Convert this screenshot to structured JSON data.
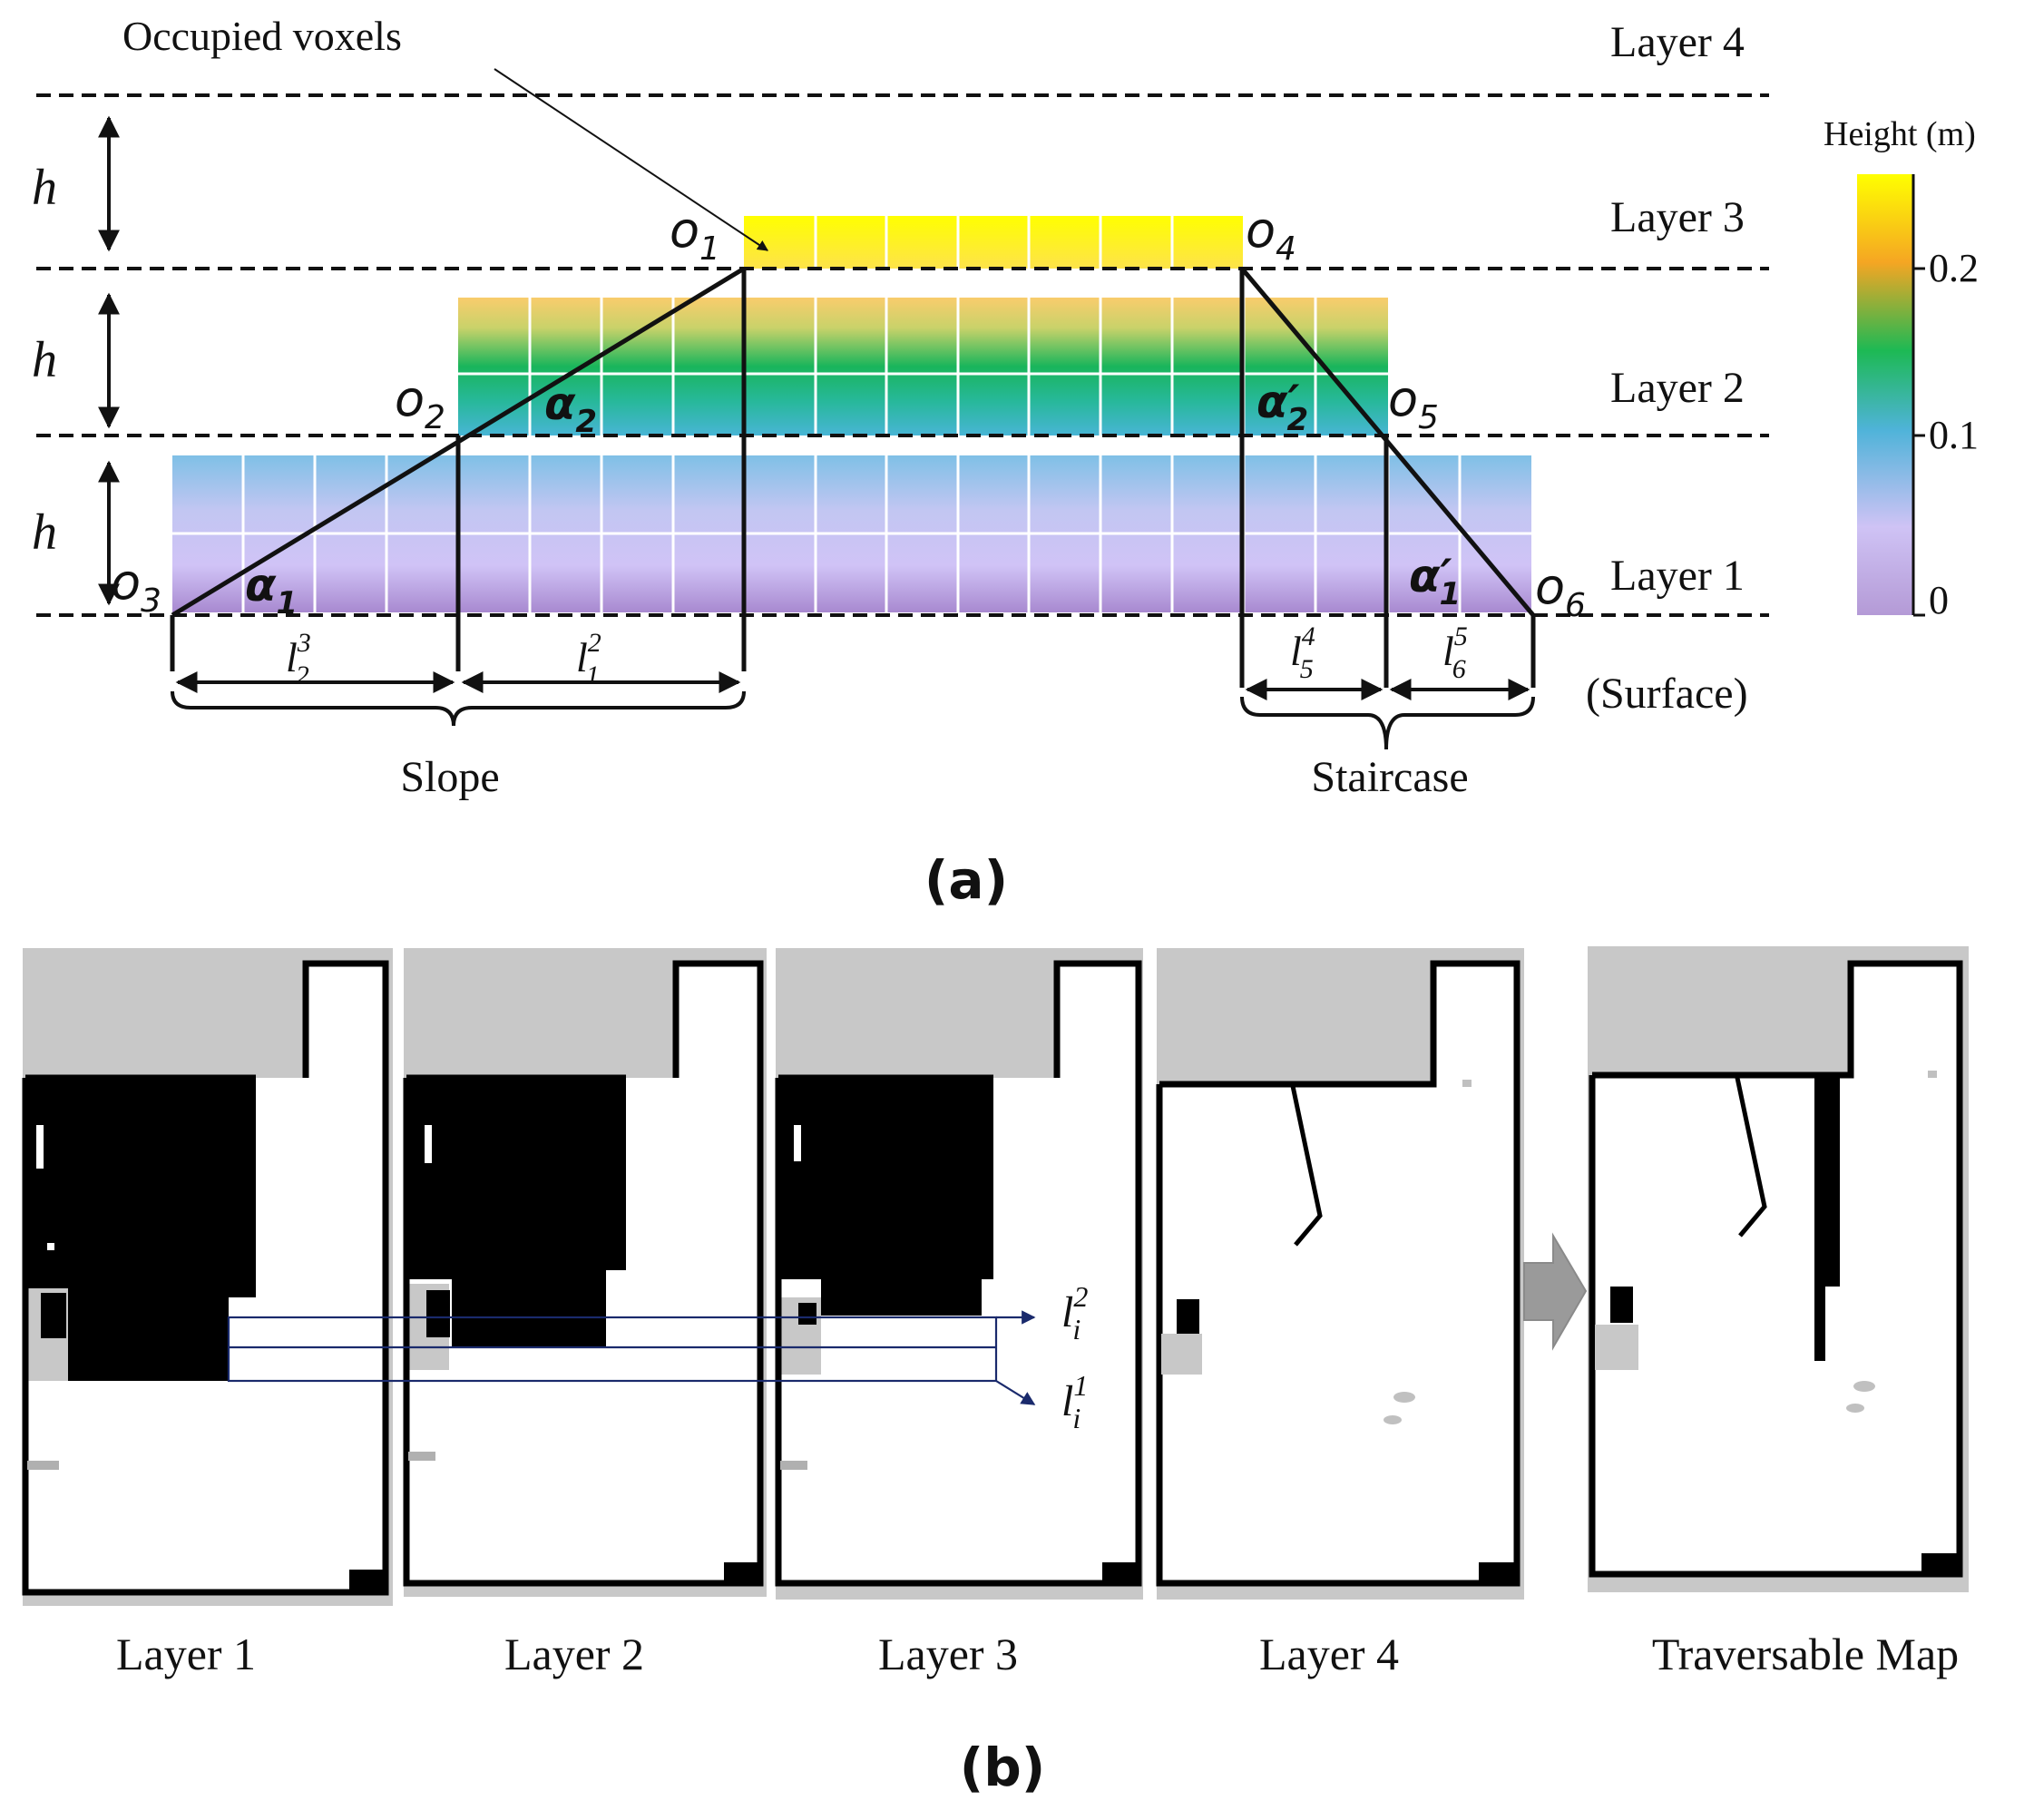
{
  "part_a": {
    "annotation": "Occupied voxels",
    "layers": [
      "Layer 4",
      "Layer 3",
      "Layer 2",
      "Layer 1"
    ],
    "surface": "(Surface)",
    "height_symbol": "h",
    "points": {
      "o1": {
        "base": "o",
        "sub": "1"
      },
      "o2": {
        "base": "o",
        "sub": "2"
      },
      "o3": {
        "base": "o",
        "sub": "3"
      },
      "o4": {
        "base": "o",
        "sub": "4"
      },
      "o5": {
        "base": "o",
        "sub": "5"
      },
      "o6": {
        "base": "o",
        "sub": "6"
      }
    },
    "angles": {
      "alpha1": {
        "base": "α",
        "sub": "1"
      },
      "alpha2": {
        "base": "α",
        "sub": "2"
      },
      "alpha2p": {
        "base": "α′",
        "sub": "2"
      },
      "alpha1p": {
        "base": "α′",
        "sub": "1"
      }
    },
    "lengths": {
      "l23": {
        "base": "l",
        "sup": "3",
        "sub": "2"
      },
      "l12": {
        "base": "l",
        "sup": "2",
        "sub": "1"
      },
      "l54": {
        "base": "l",
        "sup": "4",
        "sub": "5"
      },
      "l65": {
        "base": "l",
        "sup": "5",
        "sub": "6"
      }
    },
    "groups": [
      "Slope",
      "Staircase"
    ],
    "caption": "(a)",
    "colorbar": {
      "title": "Height (m)",
      "ticks": [
        "0.2",
        "0.1",
        "0"
      ],
      "colors": [
        "#ffff00",
        "#f5a623",
        "#1db954",
        "#4fb3d9",
        "#cfc3f5",
        "#b49ad6"
      ]
    }
  },
  "part_b": {
    "panels": [
      "Layer 1",
      "Layer 2",
      "Layer 3",
      "Layer 4",
      "Traversable Map"
    ],
    "callouts": {
      "li2": {
        "base": "l",
        "sup": "2",
        "sub": "i"
      },
      "li1": {
        "base": "l",
        "sup": "1",
        "sub": "i"
      }
    },
    "caption": "(b)"
  }
}
